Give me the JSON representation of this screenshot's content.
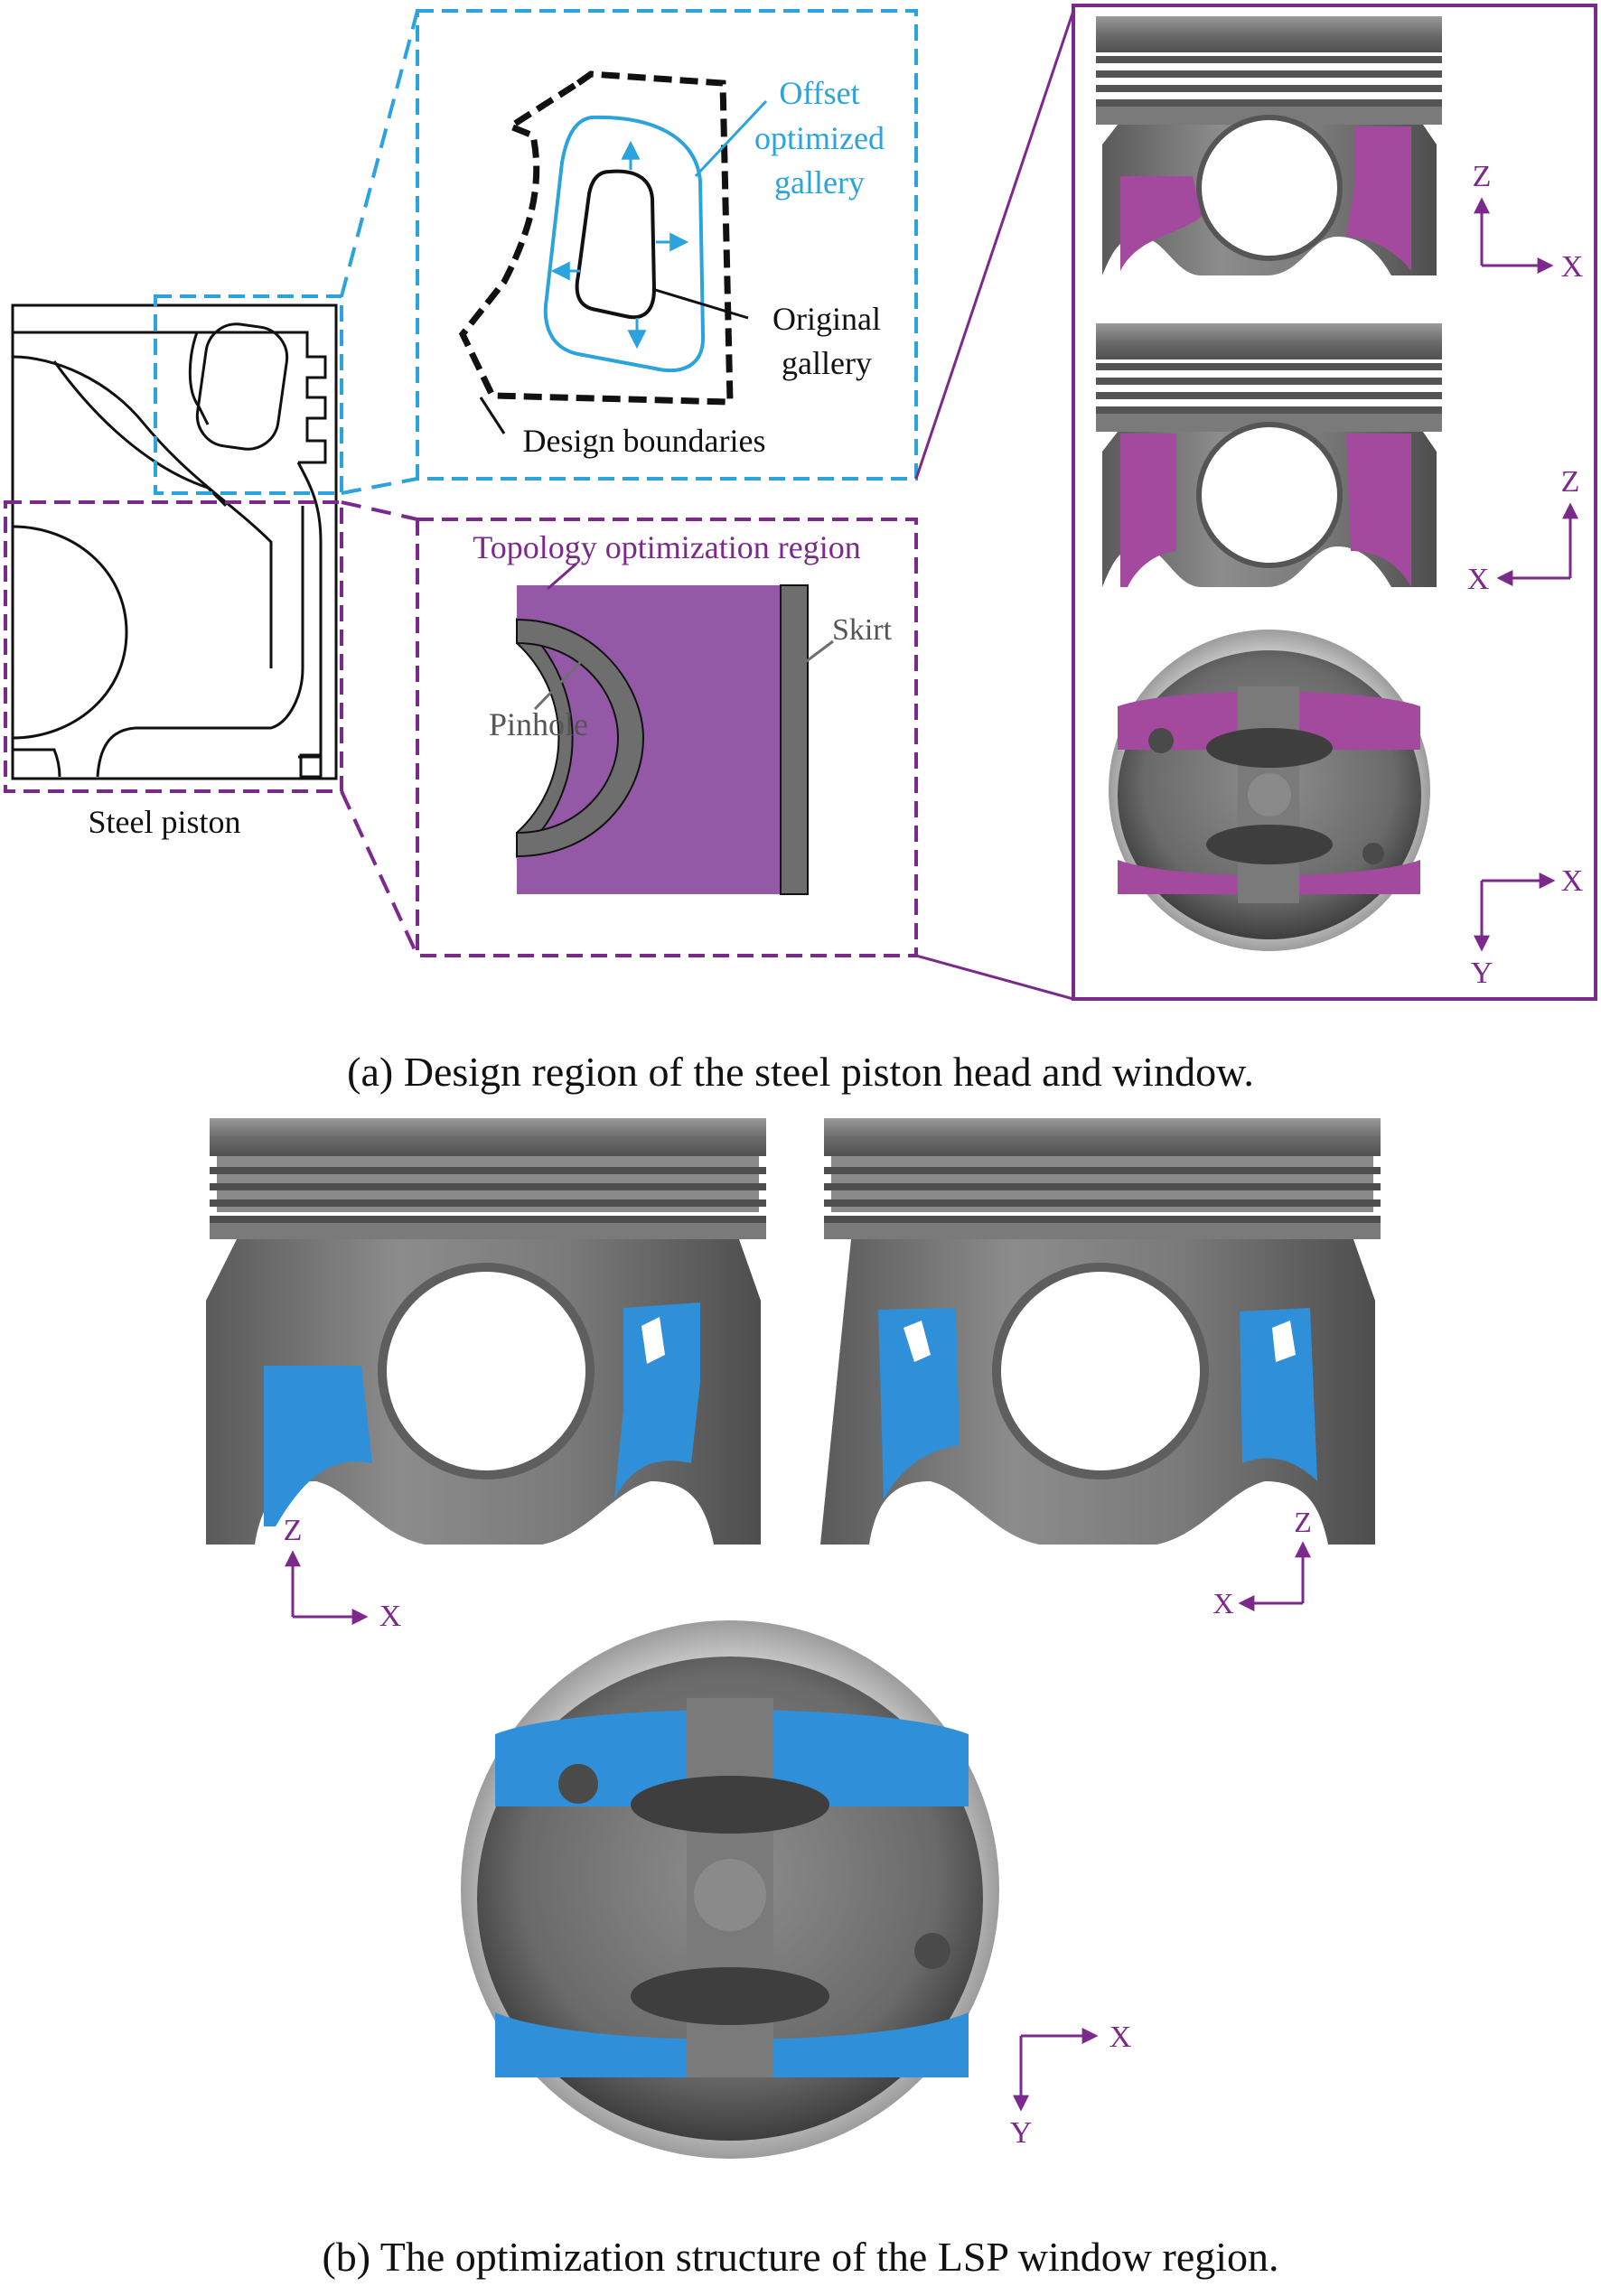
{
  "colors": {
    "cyan": "#2ba3dc",
    "purple": "#7b2a8c",
    "region_fill": "#9459a6",
    "magenta_region": "#a34a9e",
    "optimized_blue": "#2f8fd8",
    "steel_grey": "#6e6e6e",
    "outline": "#111111"
  },
  "panel_a": {
    "caption": "(a) Design region of the steel piston head and window.",
    "steel_piston_label": "Steel piston",
    "gallery_detail": {
      "offset_label_line1": "Offset",
      "offset_label_line2": "optimized",
      "offset_label_line3": "gallery",
      "original_label_line1": "Original",
      "original_label_line2": "gallery",
      "boundary_label": "Design boundaries"
    },
    "topology_detail": {
      "region_label": "Topology optimization region",
      "pinhole_label": "Pinhole",
      "skirt_label": "Skirt"
    },
    "views": {
      "front_axes": {
        "vertical": "Z",
        "horizontal": "X"
      },
      "side_axes": {
        "vertical": "Z",
        "horizontal": "X"
      },
      "bottom_axes": {
        "vertical": "Y",
        "horizontal": "X"
      }
    }
  },
  "panel_b": {
    "caption": "(b) The optimization structure of the LSP window region.",
    "front_axes": {
      "vertical": "Z",
      "horizontal": "X"
    },
    "side_axes": {
      "vertical": "Z",
      "horizontal": "X"
    },
    "bottom_axes": {
      "vertical": "Y",
      "horizontal": "X"
    }
  }
}
